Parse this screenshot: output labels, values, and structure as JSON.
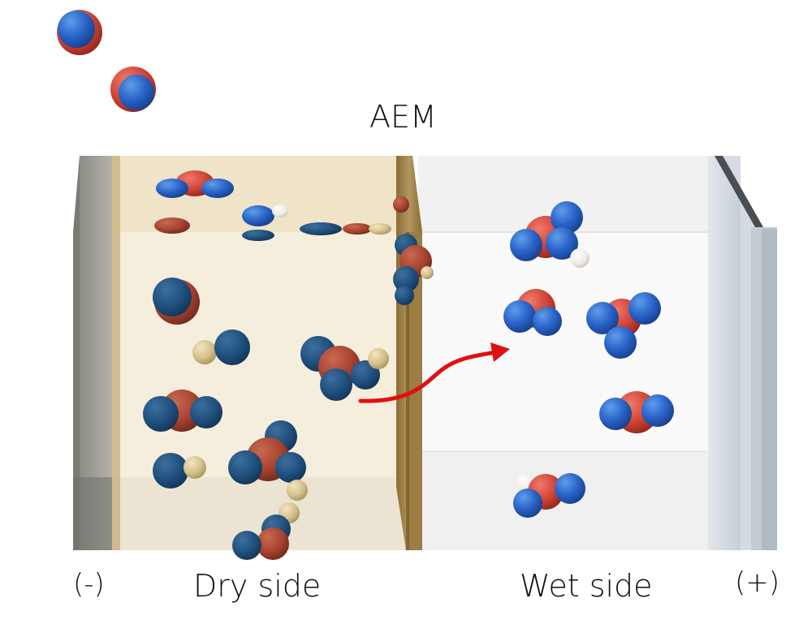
{
  "labels": {
    "membrane": "AEM",
    "negative_electrode": "(-)",
    "dry_side": "Dry side",
    "wet_side": "Wet side",
    "positive_electrode": "(+)"
  },
  "colors": {
    "oxygen": "#d9493c",
    "nitrogen_dry": "#1f5a8a",
    "nitrogen_wet": "#3f7fe0",
    "hydrogen": "#d8c89a",
    "dry_compartment": "#f6efdf",
    "membrane": "#a88a4f",
    "arrow": "#e01010"
  },
  "arrow_direction": "dry-to-wet"
}
